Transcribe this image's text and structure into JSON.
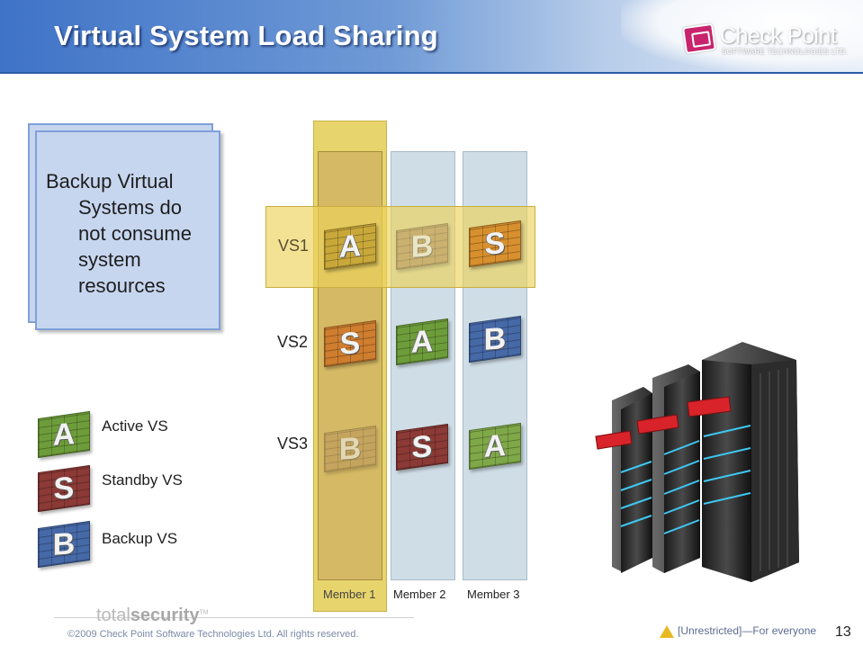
{
  "slide": {
    "title": "Virtual System Load Sharing",
    "logo": {
      "name": "Check Point",
      "tagline": "SOFTWARE TECHNOLOGIES LTD.",
      "icon": "check-point-logo-icon"
    },
    "callout": {
      "line1": "Backup Virtual",
      "rest": "Systems do not consume system resources"
    },
    "virtual_systems": [
      {
        "label": "VS1",
        "highlighted": true,
        "blocks": [
          "A",
          "B",
          "S"
        ]
      },
      {
        "label": "VS2",
        "highlighted": false,
        "blocks": [
          "S",
          "A",
          "B"
        ]
      },
      {
        "label": "VS3",
        "highlighted": false,
        "blocks": [
          "B",
          "S",
          "A"
        ]
      }
    ],
    "members": [
      "Member 1",
      "Member 2",
      "Member 3"
    ],
    "legend": [
      {
        "letter": "A",
        "label": "Active VS",
        "color": "#6d9d3a"
      },
      {
        "letter": "S",
        "label": "Standby VS",
        "color": "#8c3a36"
      },
      {
        "letter": "B",
        "label": "Backup VS",
        "color": "#4669a8"
      }
    ],
    "colors": {
      "active": "#6d9d3a",
      "standby": "#d36b2c",
      "backup": "#4669a8",
      "highlight": "#e7d46c",
      "header": "#3f73c7"
    },
    "footer": {
      "brand_light": "total",
      "brand_bold": "security",
      "brand_tm": "TM",
      "copyright": "©2009 Check Point Software Technologies Ltd. All rights reserved.",
      "classification": "[Unrestricted]—For everyone",
      "classification_icon": "warning-triangle-icon",
      "page_number": "13"
    }
  }
}
